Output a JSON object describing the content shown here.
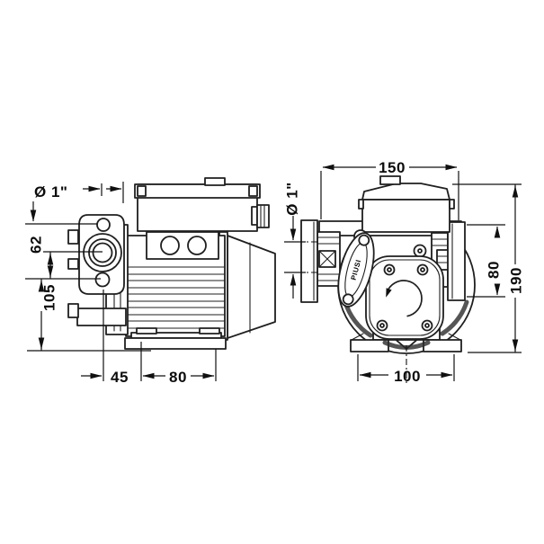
{
  "drawing": {
    "badge": "PIUSI",
    "side_view": {
      "port_diameter": "Ø 1\"",
      "hole_spacing": "62",
      "axis_height": "105",
      "overhang": "45",
      "foot_length": "80"
    },
    "front_view": {
      "overall_width": "150",
      "port_diameter": "Ø 1\"",
      "port_height": "80",
      "total_height": "190",
      "foot_spacing": "100"
    }
  }
}
